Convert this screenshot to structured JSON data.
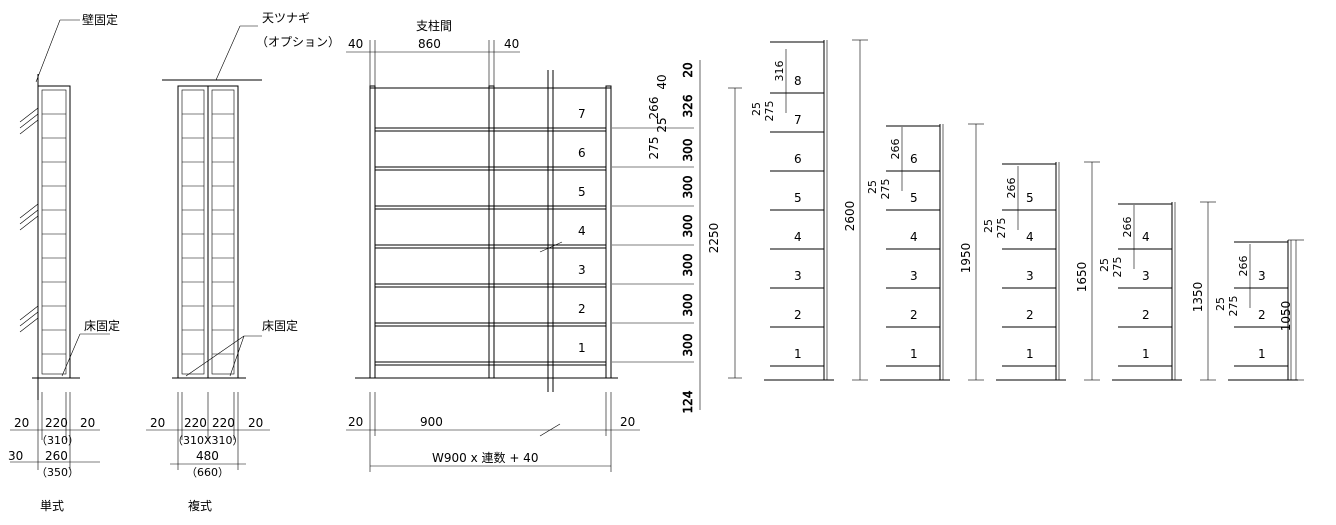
{
  "labels": {
    "wall_fix": "壁固定",
    "ceiling_tie": "天ツナギ",
    "option": "（オプション）",
    "floor_fix": "床固定",
    "column_spacing": "支柱間",
    "single": "単式",
    "double": "複式",
    "formula": "W900 x 連数 + 40"
  },
  "single_view": {
    "dim_row1": [
      "20",
      "220",
      "20"
    ],
    "dim_row1_paren": "（310）",
    "dim_row2": [
      "30",
      "260"
    ],
    "dim_row2_paren": "（350）"
  },
  "double_view": {
    "dim_row1": [
      "20",
      "220",
      "220",
      "20"
    ],
    "dim_row1_paren": "（310X310）",
    "dim_total": "480",
    "dim_total_paren": "（660）"
  },
  "front_view": {
    "top_dims": [
      "40",
      "860",
      "40"
    ],
    "bottom_dims": [
      "20",
      "900",
      "20"
    ],
    "shelf_numbers": [
      "1",
      "2",
      "3",
      "4",
      "5",
      "6",
      "7"
    ],
    "vertical_dims": [
      "124",
      "300",
      "300",
      "300",
      "300",
      "300",
      "300",
      "326",
      "20"
    ],
    "detail_dims": [
      "40",
      "25",
      "266",
      "275"
    ],
    "total_height": "2250"
  },
  "side_views": [
    {
      "height": "2600",
      "shelves": [
        "1",
        "2",
        "3",
        "4",
        "5",
        "6",
        "7",
        "8"
      ],
      "dims": [
        "316",
        "25",
        "275"
      ]
    },
    {
      "height": "1950",
      "shelves": [
        "1",
        "2",
        "3",
        "4",
        "5",
        "6"
      ],
      "dims": [
        "266",
        "25",
        "275"
      ]
    },
    {
      "height": "1650",
      "shelves": [
        "1",
        "2",
        "3",
        "4",
        "5"
      ],
      "dims": [
        "266",
        "25",
        "275"
      ]
    },
    {
      "height": "1350",
      "shelves": [
        "1",
        "2",
        "3",
        "4"
      ],
      "dims": [
        "266",
        "25",
        "275"
      ]
    },
    {
      "height": "1050",
      "shelves": [
        "1",
        "2",
        "3"
      ],
      "dims": [
        "266",
        "25",
        "275"
      ]
    }
  ]
}
